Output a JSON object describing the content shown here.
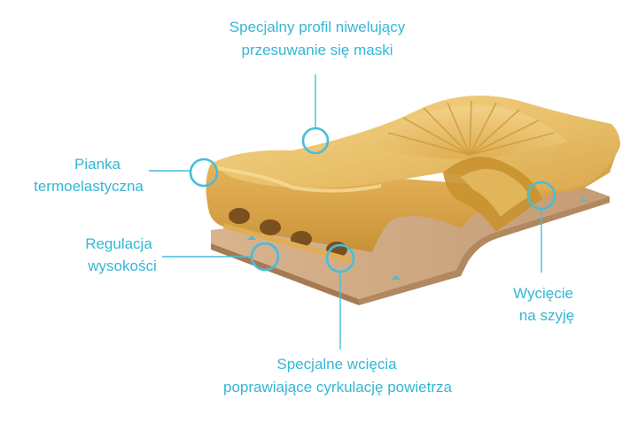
{
  "labels": {
    "profile": [
      "Specjalny profil niwelujący",
      "przesuwanie się maski"
    ],
    "foam": [
      "Pianka",
      "termoelastyczna"
    ],
    "height": [
      "Regulacja",
      "wysokości"
    ],
    "cuts": [
      "Specjalne wcięcia",
      "poprawiające cyrkulację powietrza"
    ],
    "neck": [
      "Wycięcie",
      "na szyję"
    ]
  },
  "colors": {
    "accent": "#35b6d6",
    "foam": "#e8bc62",
    "foam_shade": "#cf9d42",
    "base": "#c9a27c",
    "base_shade": "#a77e58"
  }
}
